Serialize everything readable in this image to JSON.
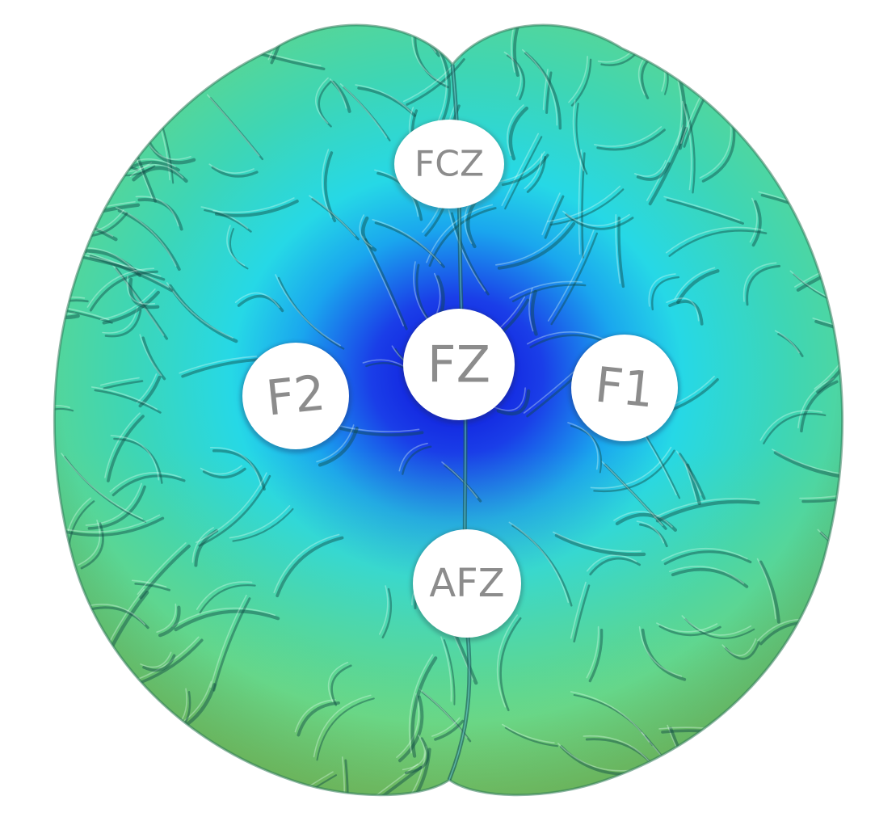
{
  "colors": {
    "background": "#ffffff",
    "surface_low": "#1e22e8",
    "surface_mid": "#22c9e8",
    "surface_high": "#5cd1a0",
    "surface_edge": "#8ad85c",
    "electrode_fill": "#ffffff",
    "electrode_text": "#8c8c8c"
  },
  "electrodes": [
    {
      "id": "fcz",
      "label": "FCZ"
    },
    {
      "id": "fz",
      "label": "FZ"
    },
    {
      "id": "f2",
      "label": "F2"
    },
    {
      "id": "f1",
      "label": "F1"
    },
    {
      "id": "afz",
      "label": "AFZ"
    }
  ]
}
